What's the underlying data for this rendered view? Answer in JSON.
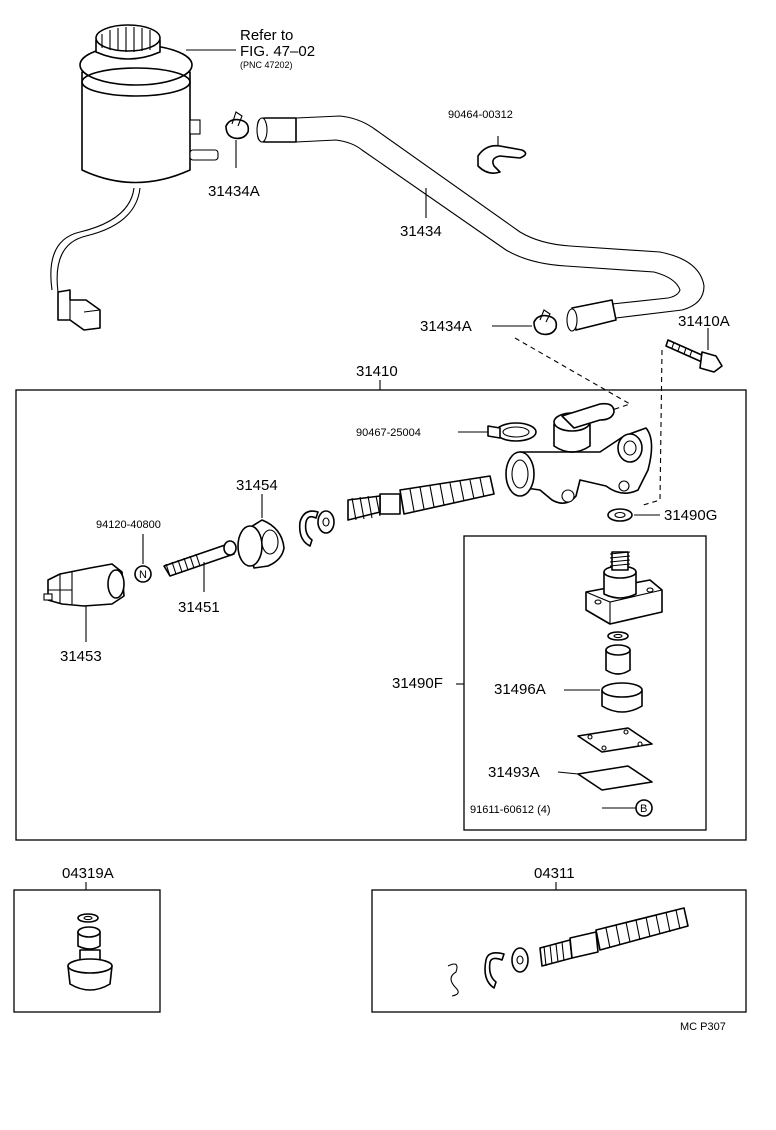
{
  "reference": {
    "line1": "Refer to",
    "line2": "FIG. 47–02",
    "line3": "(PNC 47202)"
  },
  "labels": {
    "p31434A_top": "31434A",
    "p90464": "90464-00312",
    "p31434": "31434",
    "p31434A_mid": "31434A",
    "p31410A": "31410A",
    "p31410": "31410",
    "p90467": "90467-25004",
    "p31454": "31454",
    "p94120": "94120-40800",
    "p31451": "31451",
    "p31453": "31453",
    "p31490G": "31490G",
    "p31490F": "31490F",
    "p31496A": "31496A",
    "p31493A": "31493A",
    "p91611": "91611-60612 (4)",
    "p04319A": "04319A",
    "p04311": "04311",
    "diagram_code": "MC P307"
  },
  "markers": {
    "n_marker": "N",
    "b_marker": "B"
  },
  "colors": {
    "ink": "#000000",
    "paper": "#ffffff"
  }
}
